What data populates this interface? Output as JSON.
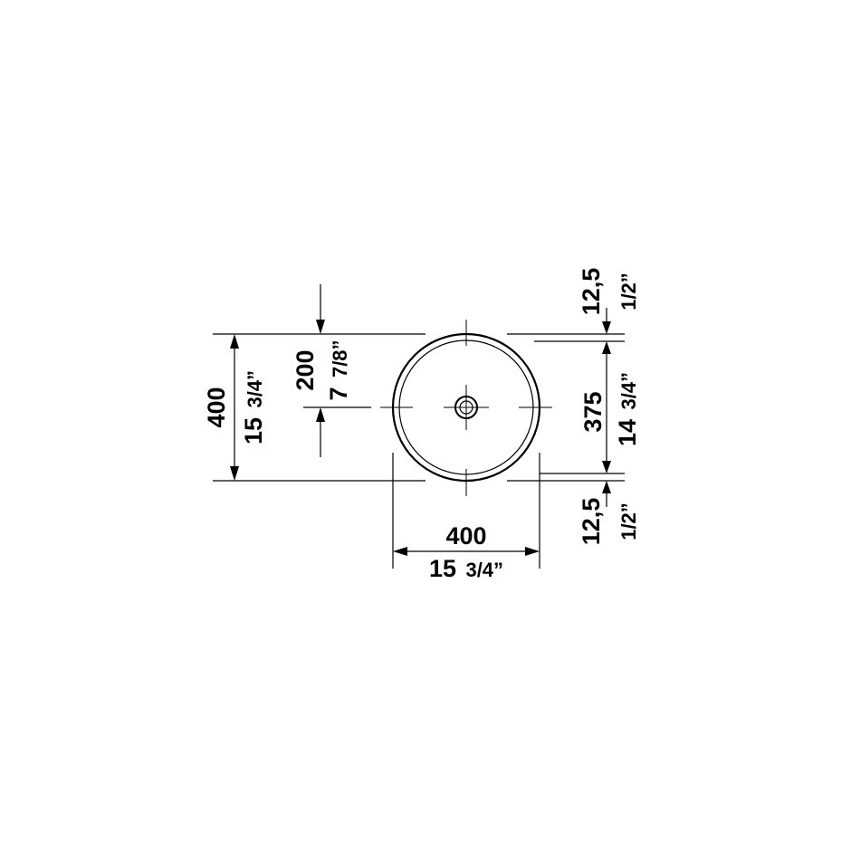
{
  "drawing": {
    "left_height": {
      "mm": "400",
      "inch_whole": "15",
      "inch_frac": "3/4”"
    },
    "center_height": {
      "mm": "200",
      "inch_whole": "7",
      "inch_frac": "7/8”"
    },
    "bottom_width": {
      "mm": "400",
      "inch_whole": "15",
      "inch_frac": "3/4”"
    },
    "right_inner": {
      "mm": "375",
      "inch_whole": "14",
      "inch_frac": "3/4”"
    },
    "right_top_rim": {
      "mm": "12,5",
      "inch": "1/2”"
    },
    "right_bottom_rim": {
      "mm": "12,5",
      "inch": "1/2”"
    }
  }
}
